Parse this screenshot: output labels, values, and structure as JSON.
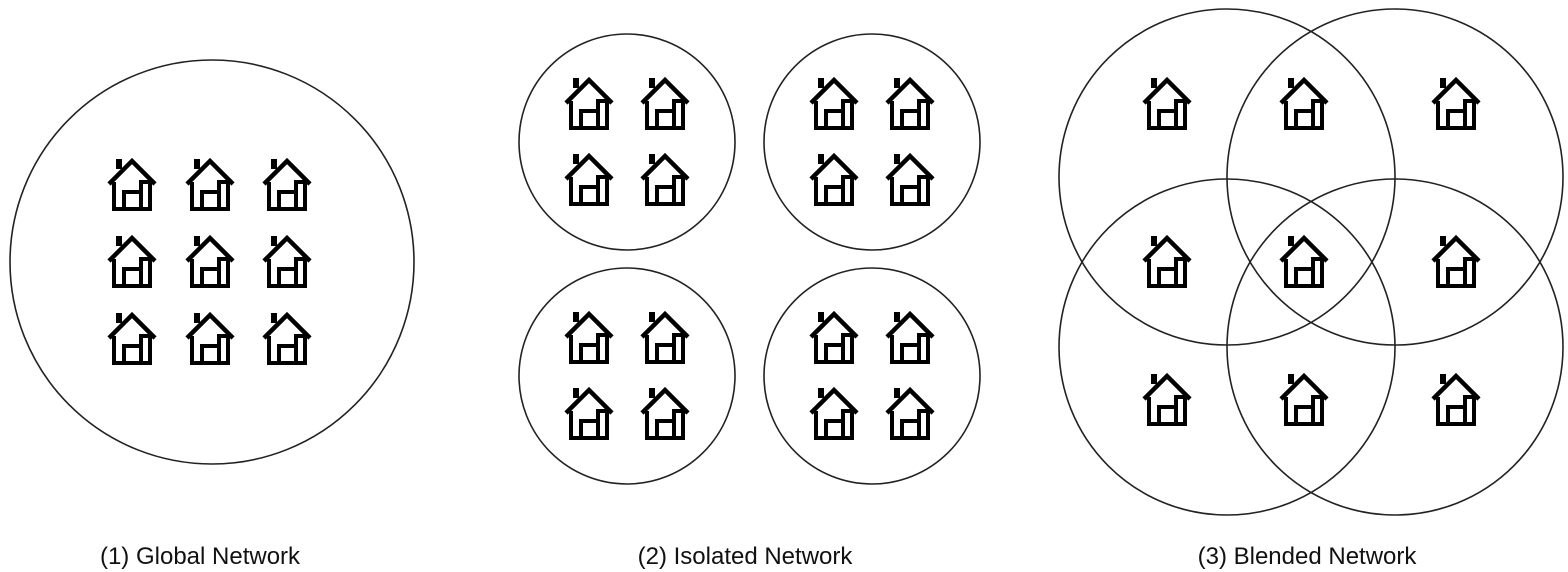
{
  "captions": {
    "global": "(1) Global Network",
    "isolated": "(2) Isolated Network",
    "blended": "(3) Blended Network"
  },
  "icons": {
    "house": "house-icon"
  },
  "colors": {
    "stroke": "#000000",
    "background": "#ffffff"
  }
}
